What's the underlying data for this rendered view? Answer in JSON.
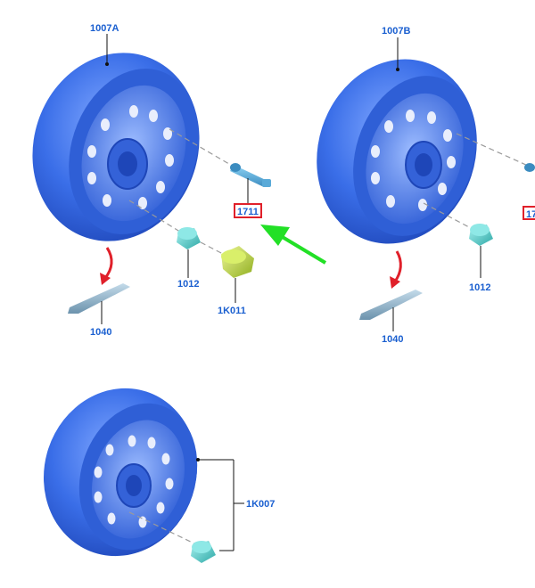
{
  "parts": {
    "wheel_a": "1007A",
    "wheel_b": "1007B",
    "valve_a": "1711",
    "valve_b_partial": "17",
    "nut_a": "1012",
    "nut_b": "1012",
    "lock_nut": "1K011",
    "weight_a": "1040",
    "weight_b": "1040",
    "spare_kit": "1K007"
  },
  "colors": {
    "wheel": "#3a6ee8",
    "nut": "#4fd1cf",
    "lock_nut": "#c6e04a",
    "weight": "#8fb3cc",
    "callout_border": "#e0202a",
    "pointer_arrow": "#22e026",
    "red_arrow": "#e0202a",
    "label": "#1a5fd0"
  },
  "pointer": {
    "icon": "green-arrow-icon",
    "target": "1711"
  }
}
